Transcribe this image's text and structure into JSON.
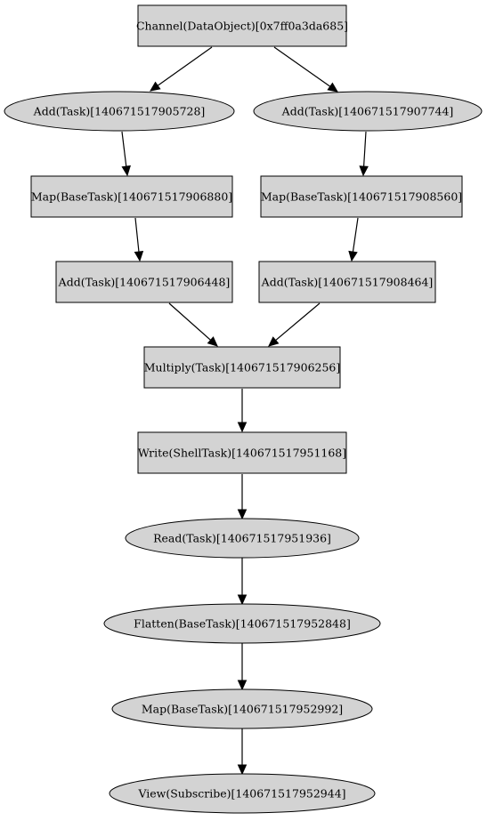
{
  "graph": {
    "nodes": [
      {
        "id": "channel",
        "label": "Channel(DataObject)[0x7ff0a3da685]",
        "shape": "box"
      },
      {
        "id": "add1",
        "label": "Add(Task)[140671517905728]",
        "shape": "ellipse"
      },
      {
        "id": "add2",
        "label": "Add(Task)[140671517907744]",
        "shape": "ellipse"
      },
      {
        "id": "map1",
        "label": "Map(BaseTask)[140671517906880]",
        "shape": "box"
      },
      {
        "id": "map2",
        "label": "Map(BaseTask)[140671517908560]",
        "shape": "box"
      },
      {
        "id": "add3",
        "label": "Add(Task)[140671517906448]",
        "shape": "box"
      },
      {
        "id": "add4",
        "label": "Add(Task)[140671517908464]",
        "shape": "box"
      },
      {
        "id": "multiply",
        "label": "Multiply(Task)[140671517906256]",
        "shape": "box"
      },
      {
        "id": "write",
        "label": "Write(ShellTask)[140671517951168]",
        "shape": "box"
      },
      {
        "id": "read",
        "label": "Read(Task)[140671517951936]",
        "shape": "ellipse"
      },
      {
        "id": "flatten",
        "label": "Flatten(BaseTask)[140671517952848]",
        "shape": "ellipse"
      },
      {
        "id": "map3",
        "label": "Map(BaseTask)[140671517952992]",
        "shape": "ellipse"
      },
      {
        "id": "view",
        "label": "View(Subscribe)[140671517952944]",
        "shape": "ellipse"
      }
    ],
    "edges": [
      {
        "from": "channel",
        "to": "add1"
      },
      {
        "from": "channel",
        "to": "add2"
      },
      {
        "from": "add1",
        "to": "map1"
      },
      {
        "from": "add2",
        "to": "map2"
      },
      {
        "from": "map1",
        "to": "add3"
      },
      {
        "from": "map2",
        "to": "add4"
      },
      {
        "from": "add3",
        "to": "multiply"
      },
      {
        "from": "add4",
        "to": "multiply"
      },
      {
        "from": "multiply",
        "to": "write"
      },
      {
        "from": "write",
        "to": "read"
      },
      {
        "from": "read",
        "to": "flatten"
      },
      {
        "from": "flatten",
        "to": "map3"
      },
      {
        "from": "map3",
        "to": "view"
      }
    ],
    "colors": {
      "node_fill": "#d3d3d3",
      "stroke": "#000000",
      "background": "#ffffff"
    }
  }
}
